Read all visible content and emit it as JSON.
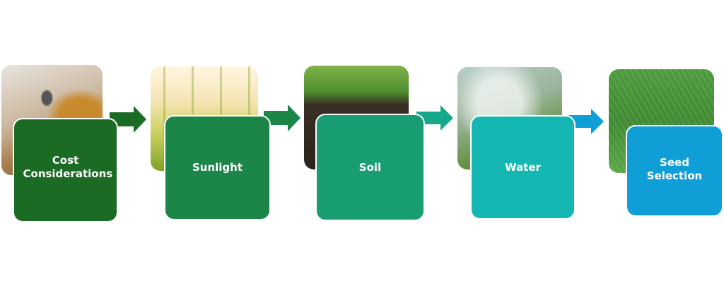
{
  "steps": [
    {
      "label": "Cost Considerations",
      "color": "#1b6b25",
      "image": "laptop-workspace-photo"
    },
    {
      "label": "Sunlight",
      "color": "#1c8548",
      "image": "sunlit-grass-photo"
    },
    {
      "label": "Soil",
      "color": "#189e72",
      "image": "soil-cross-section-photo"
    },
    {
      "label": "Water",
      "color": "#13b6b1",
      "image": "sprinkler-photo"
    },
    {
      "label": "Seed Selection",
      "color": "#0f9fd6",
      "image": "lawn-grass-photo"
    }
  ],
  "arrow_colors": [
    "#1b6b25",
    "#1c8548",
    "#15a88a",
    "#0f9fd6"
  ]
}
